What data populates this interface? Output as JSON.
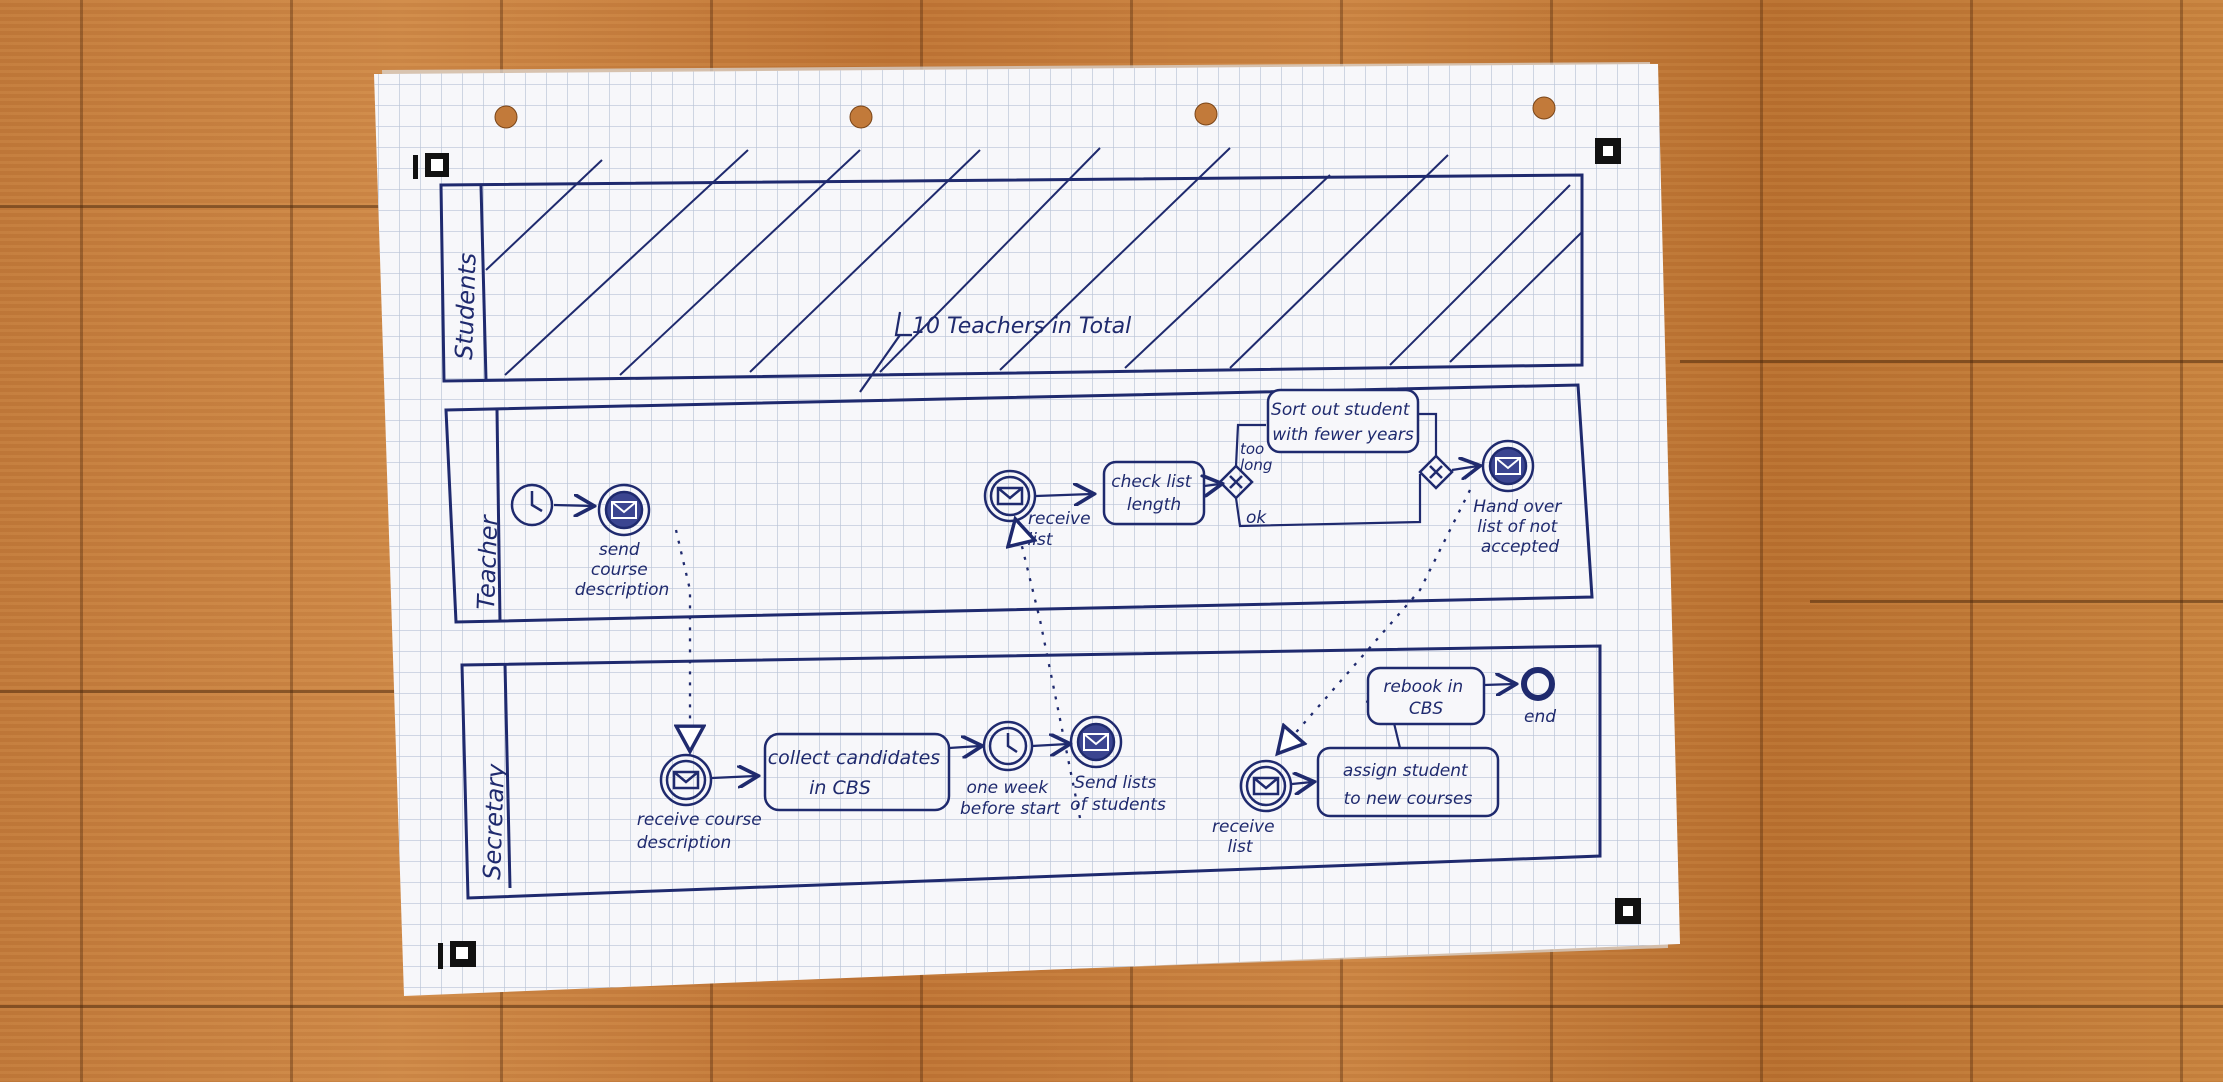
{
  "lanes": {
    "students": "Students",
    "teacher": "Teacher",
    "secretary": "Secretary"
  },
  "annotation": "10 Teachers in Total",
  "teacher": {
    "send_course_description": [
      "send",
      "course",
      "description"
    ],
    "receive_list": [
      "receive",
      "list"
    ],
    "check_list_length": [
      "check list",
      "length"
    ],
    "sort_out_students": [
      "Sort out student",
      "with fewer years"
    ],
    "too_long": [
      "too",
      "long"
    ],
    "ok": "ok",
    "hand_over_list": [
      "Hand over",
      "list of not",
      "accepted"
    ]
  },
  "secretary": {
    "receive_course_description": [
      "receive course",
      "description"
    ],
    "collect_candidates": [
      "collect candidates",
      "in CBS"
    ],
    "one_week_before_start": [
      "one week",
      "before start"
    ],
    "send_lists_of_students": [
      "Send lists",
      "of students"
    ],
    "receive_list": [
      "receive",
      "list"
    ],
    "assign_student": [
      "assign student",
      "to new courses"
    ],
    "rebook_in_cbs": [
      "rebook in",
      "CBS"
    ],
    "end": "end"
  },
  "colors": {
    "ink": "#1f2a6e",
    "paper": "#f7f7fa",
    "grid": "#b9c3d6",
    "wood": "#c27a3a"
  }
}
